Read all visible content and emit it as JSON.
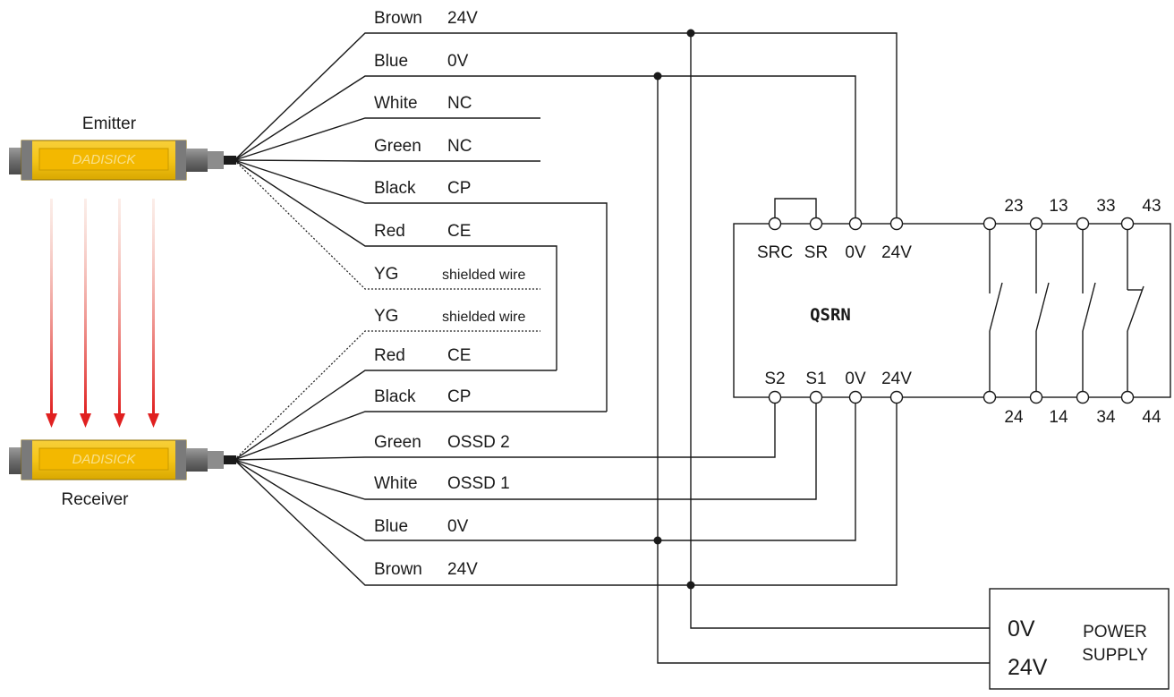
{
  "emitter": {
    "label": "Emitter",
    "brand": "DADISICK"
  },
  "receiver": {
    "label": "Receiver",
    "brand": "DADISICK"
  },
  "emitter_wires": [
    {
      "color": "Brown",
      "signal": "24V"
    },
    {
      "color": "Blue",
      "signal": "0V"
    },
    {
      "color": "White",
      "signal": "NC"
    },
    {
      "color": "Green",
      "signal": "NC"
    },
    {
      "color": "Black",
      "signal": "CP"
    },
    {
      "color": "Red",
      "signal": "CE"
    },
    {
      "color": "YG",
      "signal": "shielded wire"
    }
  ],
  "receiver_wires": [
    {
      "color": "YG",
      "signal": "shielded wire"
    },
    {
      "color": "Red",
      "signal": "CE"
    },
    {
      "color": "Black",
      "signal": "CP"
    },
    {
      "color": "Green",
      "signal": "OSSD 2"
    },
    {
      "color": "White",
      "signal": "OSSD 1"
    },
    {
      "color": "Blue",
      "signal": "0V"
    },
    {
      "color": "Brown",
      "signal": "24V"
    }
  ],
  "relay": {
    "name": "QSRN",
    "top_terminals": [
      "SRC",
      "SR",
      "0V",
      "24V"
    ],
    "bottom_terminals": [
      "S2",
      "S1",
      "0V",
      "24V"
    ],
    "contacts_top": [
      "23",
      "13",
      "33",
      "43"
    ],
    "contacts_bottom": [
      "24",
      "14",
      "34",
      "44"
    ]
  },
  "power_supply": {
    "title_line1": "POWER",
    "title_line2": "SUPPLY",
    "v0": "0V",
    "v24": "24V"
  },
  "colors": {
    "housing": "#f5c518",
    "housing_dark": "#c99a00",
    "beam": "#e02020",
    "wire": "#1a1a1a"
  }
}
